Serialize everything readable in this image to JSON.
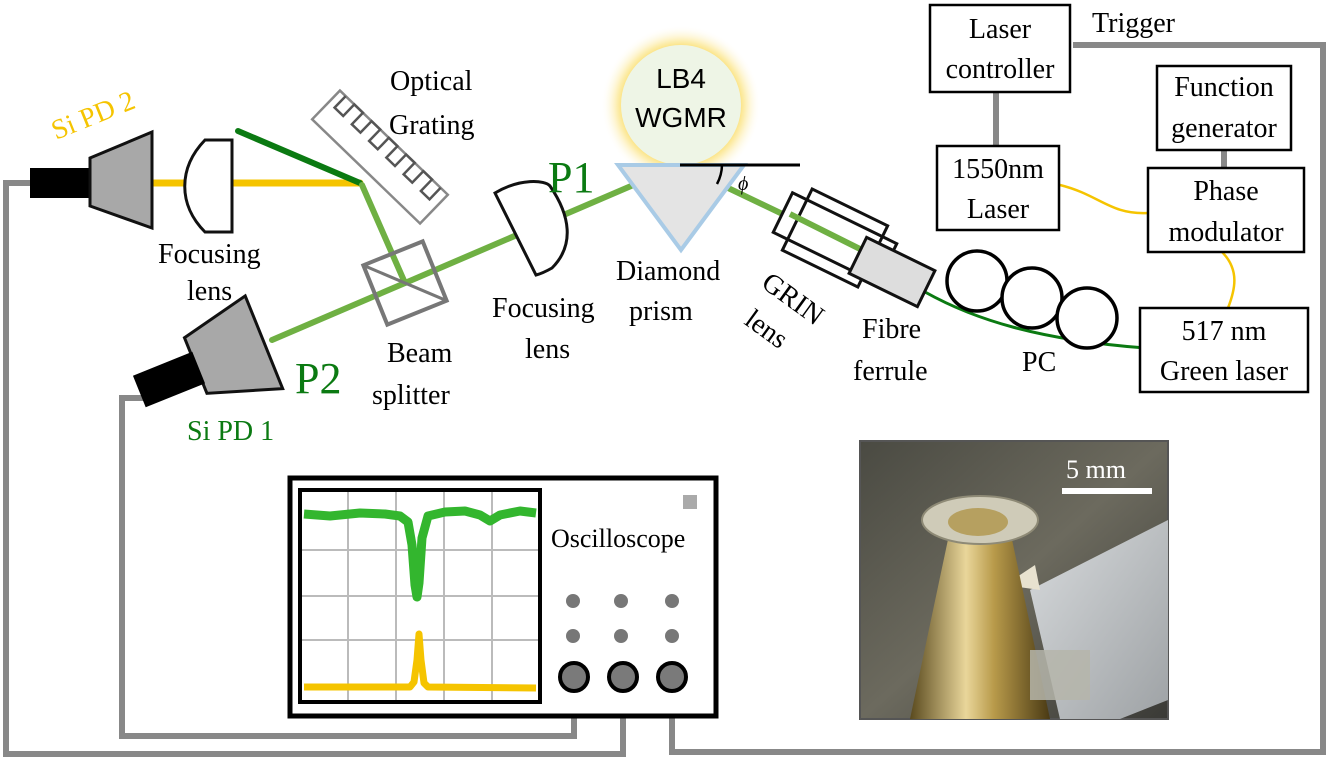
{
  "colors": {
    "green_beam": "#6fb043",
    "dark_green": "#0b7a12",
    "yellow": "#f5c400",
    "grey": "#888888",
    "resonator_glow": "#f7c400",
    "scope_green": "#33b62e"
  },
  "labels": {
    "si_pd2": "Si PD 2",
    "si_pd1": "Si PD 1",
    "optical": "Optical",
    "grating": "Grating",
    "focusing_lens_left_1": "Focusing",
    "focusing_lens_left_2": "lens",
    "beam_splitter_1": "Beam",
    "beam_splitter_2": "splitter",
    "focusing_lens_mid_1": "Focusing",
    "focusing_lens_mid_2": "lens",
    "p1": "P1",
    "p2": "P2",
    "wgmr_1": "LB4",
    "wgmr_2": "WGMR",
    "diamond_prism_1": "Diamond",
    "diamond_prism_2": "prism",
    "phi": "ϕ",
    "grin_1": "GRIN",
    "grin_2": "lens",
    "fibre_ferrule_1": "Fibre",
    "fibre_ferrule_2": "ferrule",
    "pc": "PC",
    "trigger": "Trigger",
    "laser_controller_1": "Laser",
    "laser_controller_2": "controller",
    "function_generator_1": "Function",
    "function_generator_2": "generator",
    "laser_1550_1": "1550nm",
    "laser_1550_2": "Laser",
    "phase_modulator_1": "Phase",
    "phase_modulator_2": "modulator",
    "green_laser_1": "517 nm",
    "green_laser_2": "Green laser",
    "oscilloscope": "Oscilloscope",
    "scale_bar": "5 mm"
  },
  "icons": {
    "photodetector": "photodetector-icon",
    "lens": "lens-icon",
    "grating": "grating-icon",
    "beam_splitter": "beam-splitter-icon",
    "prism": "prism-icon",
    "resonator": "resonator-icon",
    "grin": "grin-lens-icon",
    "ferrule": "fibre-ferrule-icon",
    "polarization_controller": "polarization-controller-icon",
    "oscilloscope": "oscilloscope-icon",
    "photo": "resonator-photo"
  }
}
